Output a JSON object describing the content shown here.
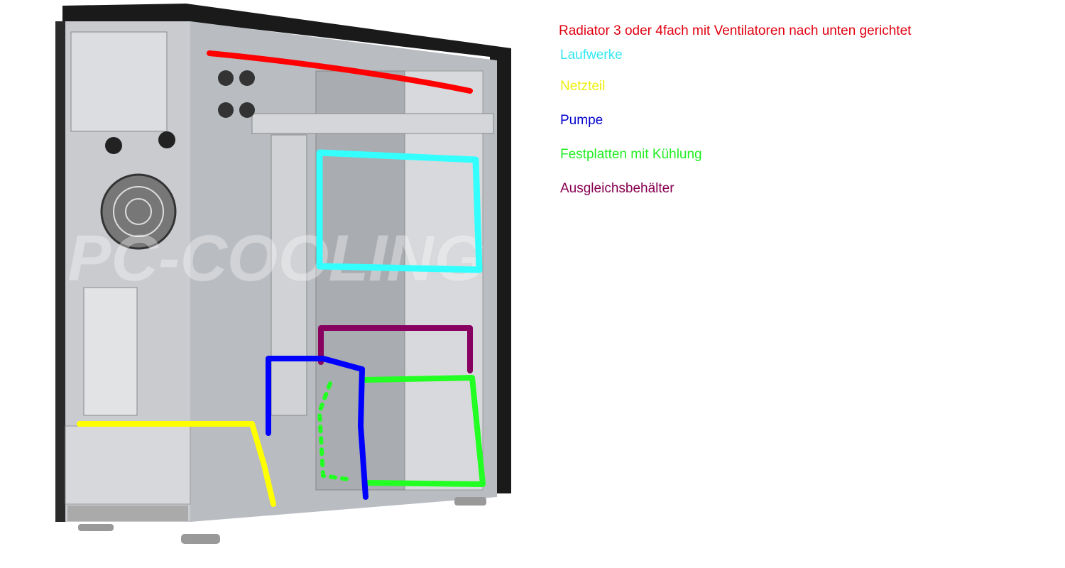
{
  "labels": {
    "radiator": {
      "text": "Radiator 3 oder 4fach mit Ventilatoren nach unten gerichtet",
      "color": "#e00010"
    },
    "drives": {
      "text": "Laufwerke",
      "color": "#33e8f0"
    },
    "psu": {
      "text": "Netzteil",
      "color": "#eeee10"
    },
    "pump": {
      "text": "Pumpe",
      "color": "#0000cc"
    },
    "hdd": {
      "text": "Festplatten mit Kühlung",
      "color": "#22ee22"
    },
    "reservoir": {
      "text": "Ausgleichsbehälter",
      "color": "#880050"
    }
  },
  "watermark": "PC-COOLING"
}
